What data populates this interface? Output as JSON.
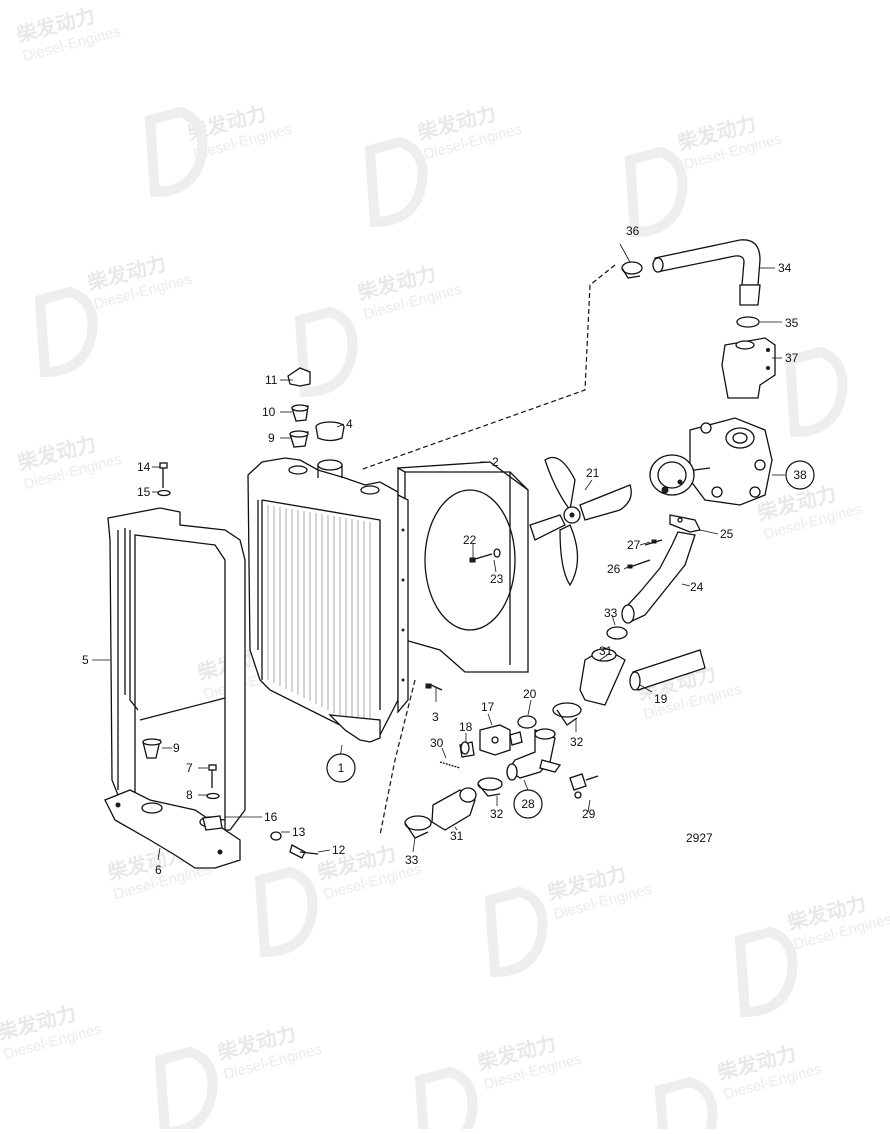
{
  "watermark": {
    "brand": "柴发动力",
    "sub": "Diesel-Engines"
  },
  "drawing_number": "2927",
  "parts": [
    {
      "id": "p1",
      "label": "1",
      "circled": true
    },
    {
      "id": "p2",
      "label": "2"
    },
    {
      "id": "p3",
      "label": "3"
    },
    {
      "id": "p4",
      "label": "4"
    },
    {
      "id": "p5",
      "label": "5"
    },
    {
      "id": "p6",
      "label": "6"
    },
    {
      "id": "p7",
      "label": "7"
    },
    {
      "id": "p8",
      "label": "8"
    },
    {
      "id": "p9a",
      "label": "9"
    },
    {
      "id": "p9b",
      "label": "9"
    },
    {
      "id": "p10",
      "label": "10"
    },
    {
      "id": "p11",
      "label": "11"
    },
    {
      "id": "p12",
      "label": "12"
    },
    {
      "id": "p13",
      "label": "13"
    },
    {
      "id": "p14",
      "label": "14"
    },
    {
      "id": "p15",
      "label": "15"
    },
    {
      "id": "p16",
      "label": "16"
    },
    {
      "id": "p17",
      "label": "17"
    },
    {
      "id": "p18",
      "label": "18"
    },
    {
      "id": "p19",
      "label": "19"
    },
    {
      "id": "p20",
      "label": "20"
    },
    {
      "id": "p21",
      "label": "21"
    },
    {
      "id": "p22",
      "label": "22"
    },
    {
      "id": "p23",
      "label": "23"
    },
    {
      "id": "p24",
      "label": "24"
    },
    {
      "id": "p25",
      "label": "25"
    },
    {
      "id": "p26",
      "label": "26"
    },
    {
      "id": "p27",
      "label": "27"
    },
    {
      "id": "p28",
      "label": "28",
      "circled": true
    },
    {
      "id": "p29",
      "label": "29"
    },
    {
      "id": "p30",
      "label": "30"
    },
    {
      "id": "p31a",
      "label": "31"
    },
    {
      "id": "p31b",
      "label": "31"
    },
    {
      "id": "p32a",
      "label": "32"
    },
    {
      "id": "p32b",
      "label": "32"
    },
    {
      "id": "p33a",
      "label": "33"
    },
    {
      "id": "p33b",
      "label": "33"
    },
    {
      "id": "p34",
      "label": "34"
    },
    {
      "id": "p35",
      "label": "35"
    },
    {
      "id": "p36",
      "label": "36"
    },
    {
      "id": "p37",
      "label": "37"
    },
    {
      "id": "p38",
      "label": "38",
      "circled": true
    }
  ]
}
